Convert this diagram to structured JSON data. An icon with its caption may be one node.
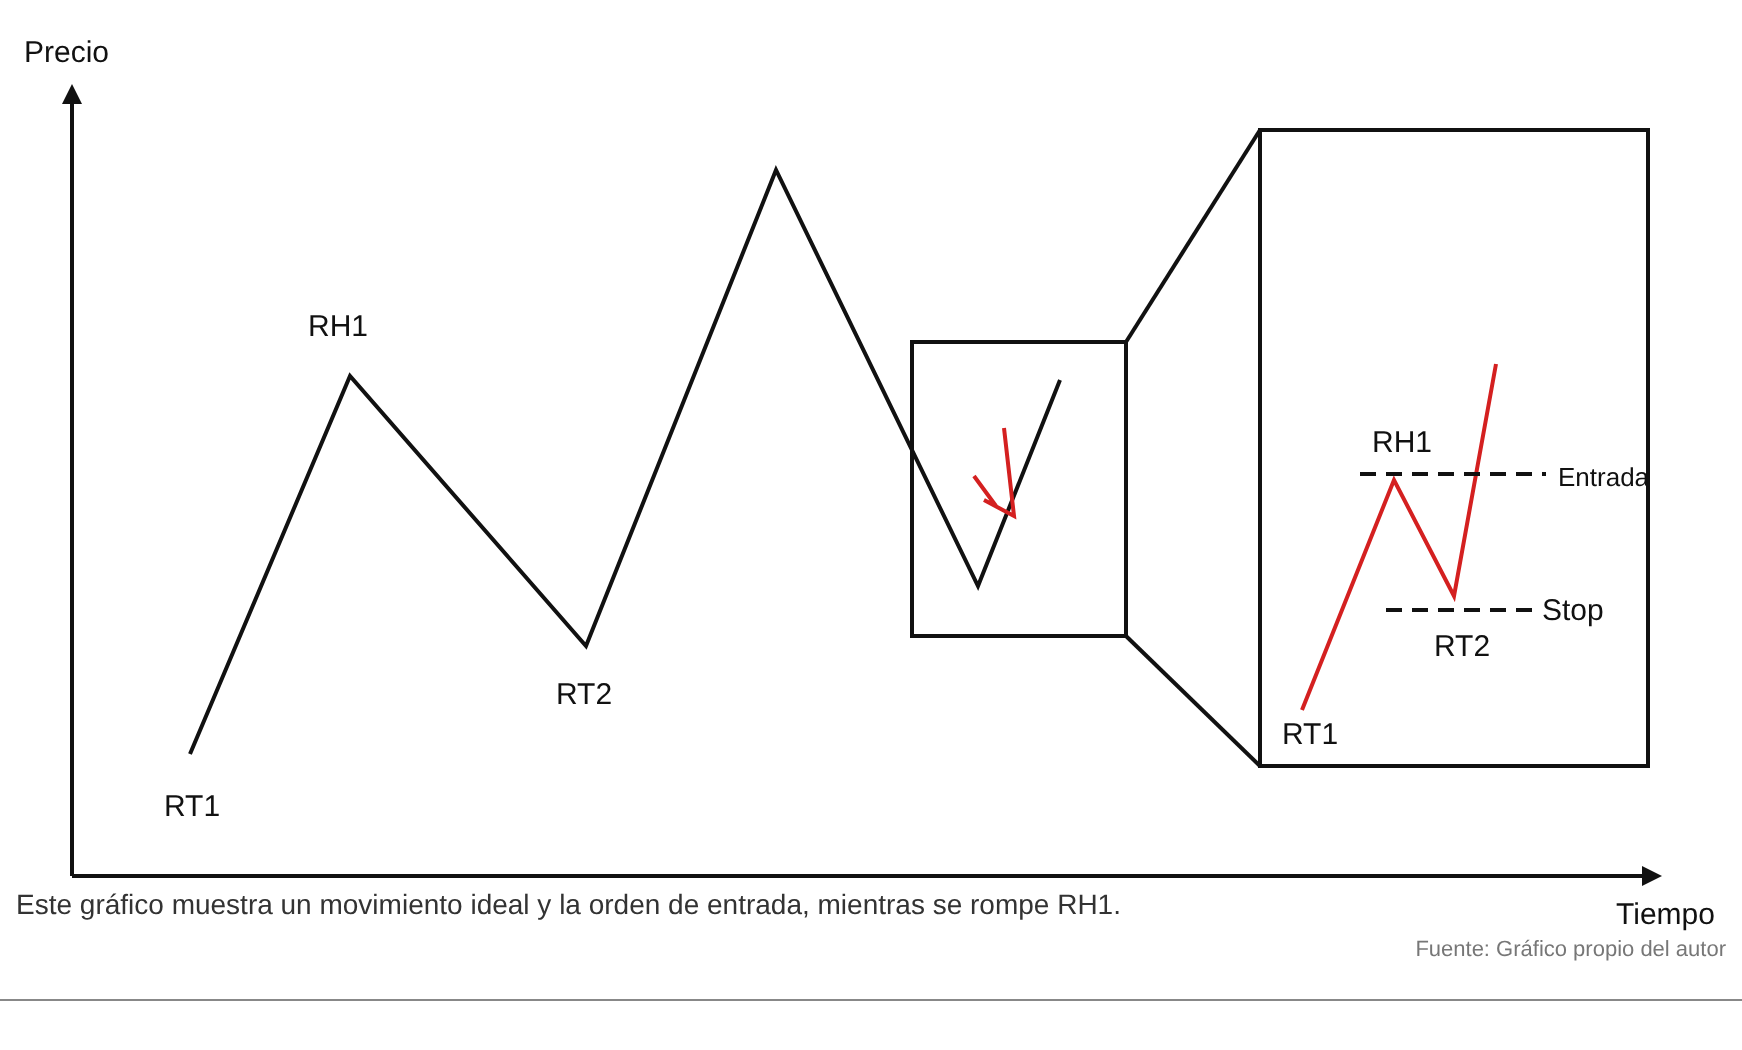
{
  "diagram": {
    "caption": "Este gráfico muestra un movimiento ideal y la orden de entrada, mientras se rompe RH1.",
    "nodes": [
      {
        "text": [],
        "shape": "box"
      },
      {
        "text": [],
        "shape": "box"
      }
    ],
    "edges": [
      {
        "from": 0,
        "to": 1,
        "arrow": "none"
      },
      {
        "from": 0,
        "to": 1,
        "arrow": "none"
      }
    ],
    "labels": [
      "Precio",
      "RH1",
      "RT2",
      "RT1",
      "RH1",
      "Entrada",
      "RT2",
      "Stop",
      "RT1",
      "Tiempo",
      "Fuente: Gráfico propio del autor"
    ]
  }
}
